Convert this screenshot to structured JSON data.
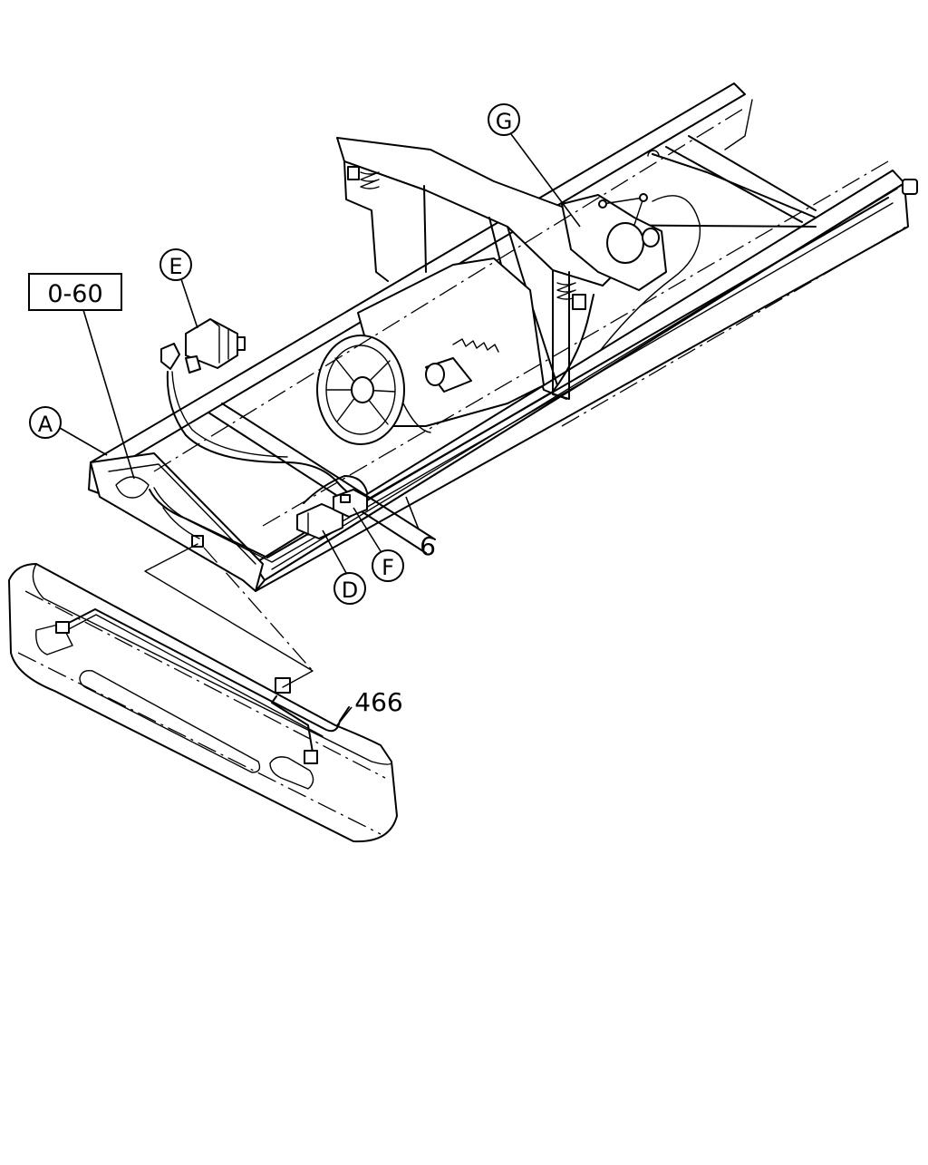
{
  "diagram": {
    "callouts": {
      "ref_box": "0-60",
      "label_a": "A",
      "label_d": "D",
      "label_e": "E",
      "label_f": "F",
      "label_g": "G",
      "part_6": "6",
      "part_466": "466"
    }
  }
}
